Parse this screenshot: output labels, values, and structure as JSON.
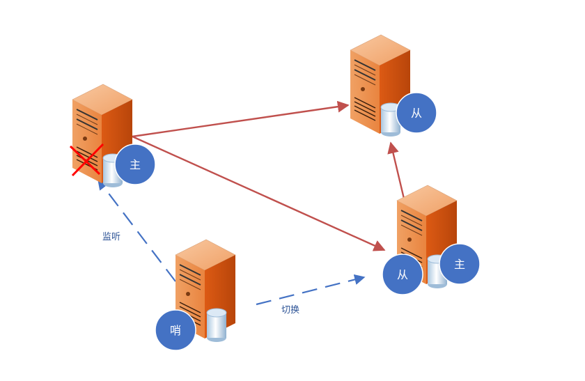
{
  "colors": {
    "replication_arrow": "#c0504d",
    "sentinel_arrow": "#4472c4",
    "role_badge": "#4472c4",
    "failure_mark": "#ff0000",
    "server_body": "#e8742c"
  },
  "icons": {
    "server": "server-icon",
    "database": "database-icon",
    "failure": "x-mark-icon"
  },
  "nodes": {
    "master": {
      "badge": "主",
      "failed": true
    },
    "slave_top": {
      "badge": "从"
    },
    "slave_bottom": {
      "badges": [
        "从",
        "主"
      ]
    },
    "sentinel": {
      "badge": "哨"
    }
  },
  "edges": {
    "monitor_label": "监听",
    "failover_label": "切换"
  }
}
